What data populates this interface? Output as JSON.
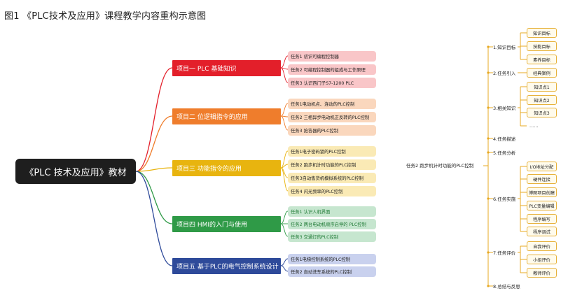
{
  "figure_title": "图1   《PLC技术及应用》课程教学内容重构示意图",
  "root": "《PLC 技术及应用》教材",
  "projects": [
    {
      "label": "项目一 PLC 基础知识",
      "color": "#e31f2a",
      "task_bg": "#f9c6c8",
      "tasks": [
        "任务1 初识可编程控制器",
        "任务2 可编程控制器的组成与工作原理",
        "任务3 认识西门子S7-1200 PLC"
      ]
    },
    {
      "label": "项目二 位逻辑指令的应用",
      "color": "#ef7d2c",
      "task_bg": "#fad7bd",
      "tasks": [
        "任务1电动机点、连动的PLC控制",
        "任务2 三相异步电动机正反转的PLC控制",
        "任务3 抢答器的PLC控制"
      ]
    },
    {
      "label": "项目三 功能指令的应用",
      "color": "#e8b40f",
      "task_bg": "#faeab5",
      "tasks": [
        "任务1电子密码锁的PLC控制",
        "任务2 跑步机计时功能的PLC控制",
        "任务3自动售货机模拟系统的PLC控制",
        "任务4 闪光频率的PLC控制"
      ]
    },
    {
      "label": "项目四 HMI的入门与使用",
      "color": "#2f9a47",
      "task_bg": "#c6e6cf",
      "task_color": "#1f7a35",
      "tasks": [
        "任务1 认识人机界面",
        "任务2 两台电动机顺序启停的 PLC控制",
        "任务3 交通灯的PLC控制"
      ]
    },
    {
      "label": "项目五 基于PLC的电气控制系统设计",
      "color": "#2e4a9a",
      "task_bg": "#c9d1ee",
      "tasks": [
        "任务1电梯控制系统的PLC控制",
        "任务2 自动洗车系统的PLC控制"
      ]
    }
  ],
  "detail_task": "任务2 跑步机计时功能的PLC控制",
  "steps": [
    {
      "label": "1.知识目标",
      "children": [
        "知识目标",
        "技能目标",
        "素养目标"
      ]
    },
    {
      "label": "2.任务引入",
      "children": [
        "经典案例"
      ]
    },
    {
      "label": "3.相关知识",
      "children": [
        "知识点1",
        "知识点2",
        "知识点3",
        "……"
      ]
    },
    {
      "label": "4.任务描述",
      "children": []
    },
    {
      "label": "5.任务分析",
      "children": []
    },
    {
      "label": "6.任务实施",
      "children": [
        "I/O地址分配",
        "硬件连接",
        "博图项目创建",
        "PLC变量编辑",
        "程序编写",
        "程序调试"
      ]
    },
    {
      "label": "7.任务评价",
      "children": [
        "自我评价",
        "小组评价",
        "教师评价"
      ]
    },
    {
      "label": "8.总结与反思",
      "children": []
    }
  ]
}
